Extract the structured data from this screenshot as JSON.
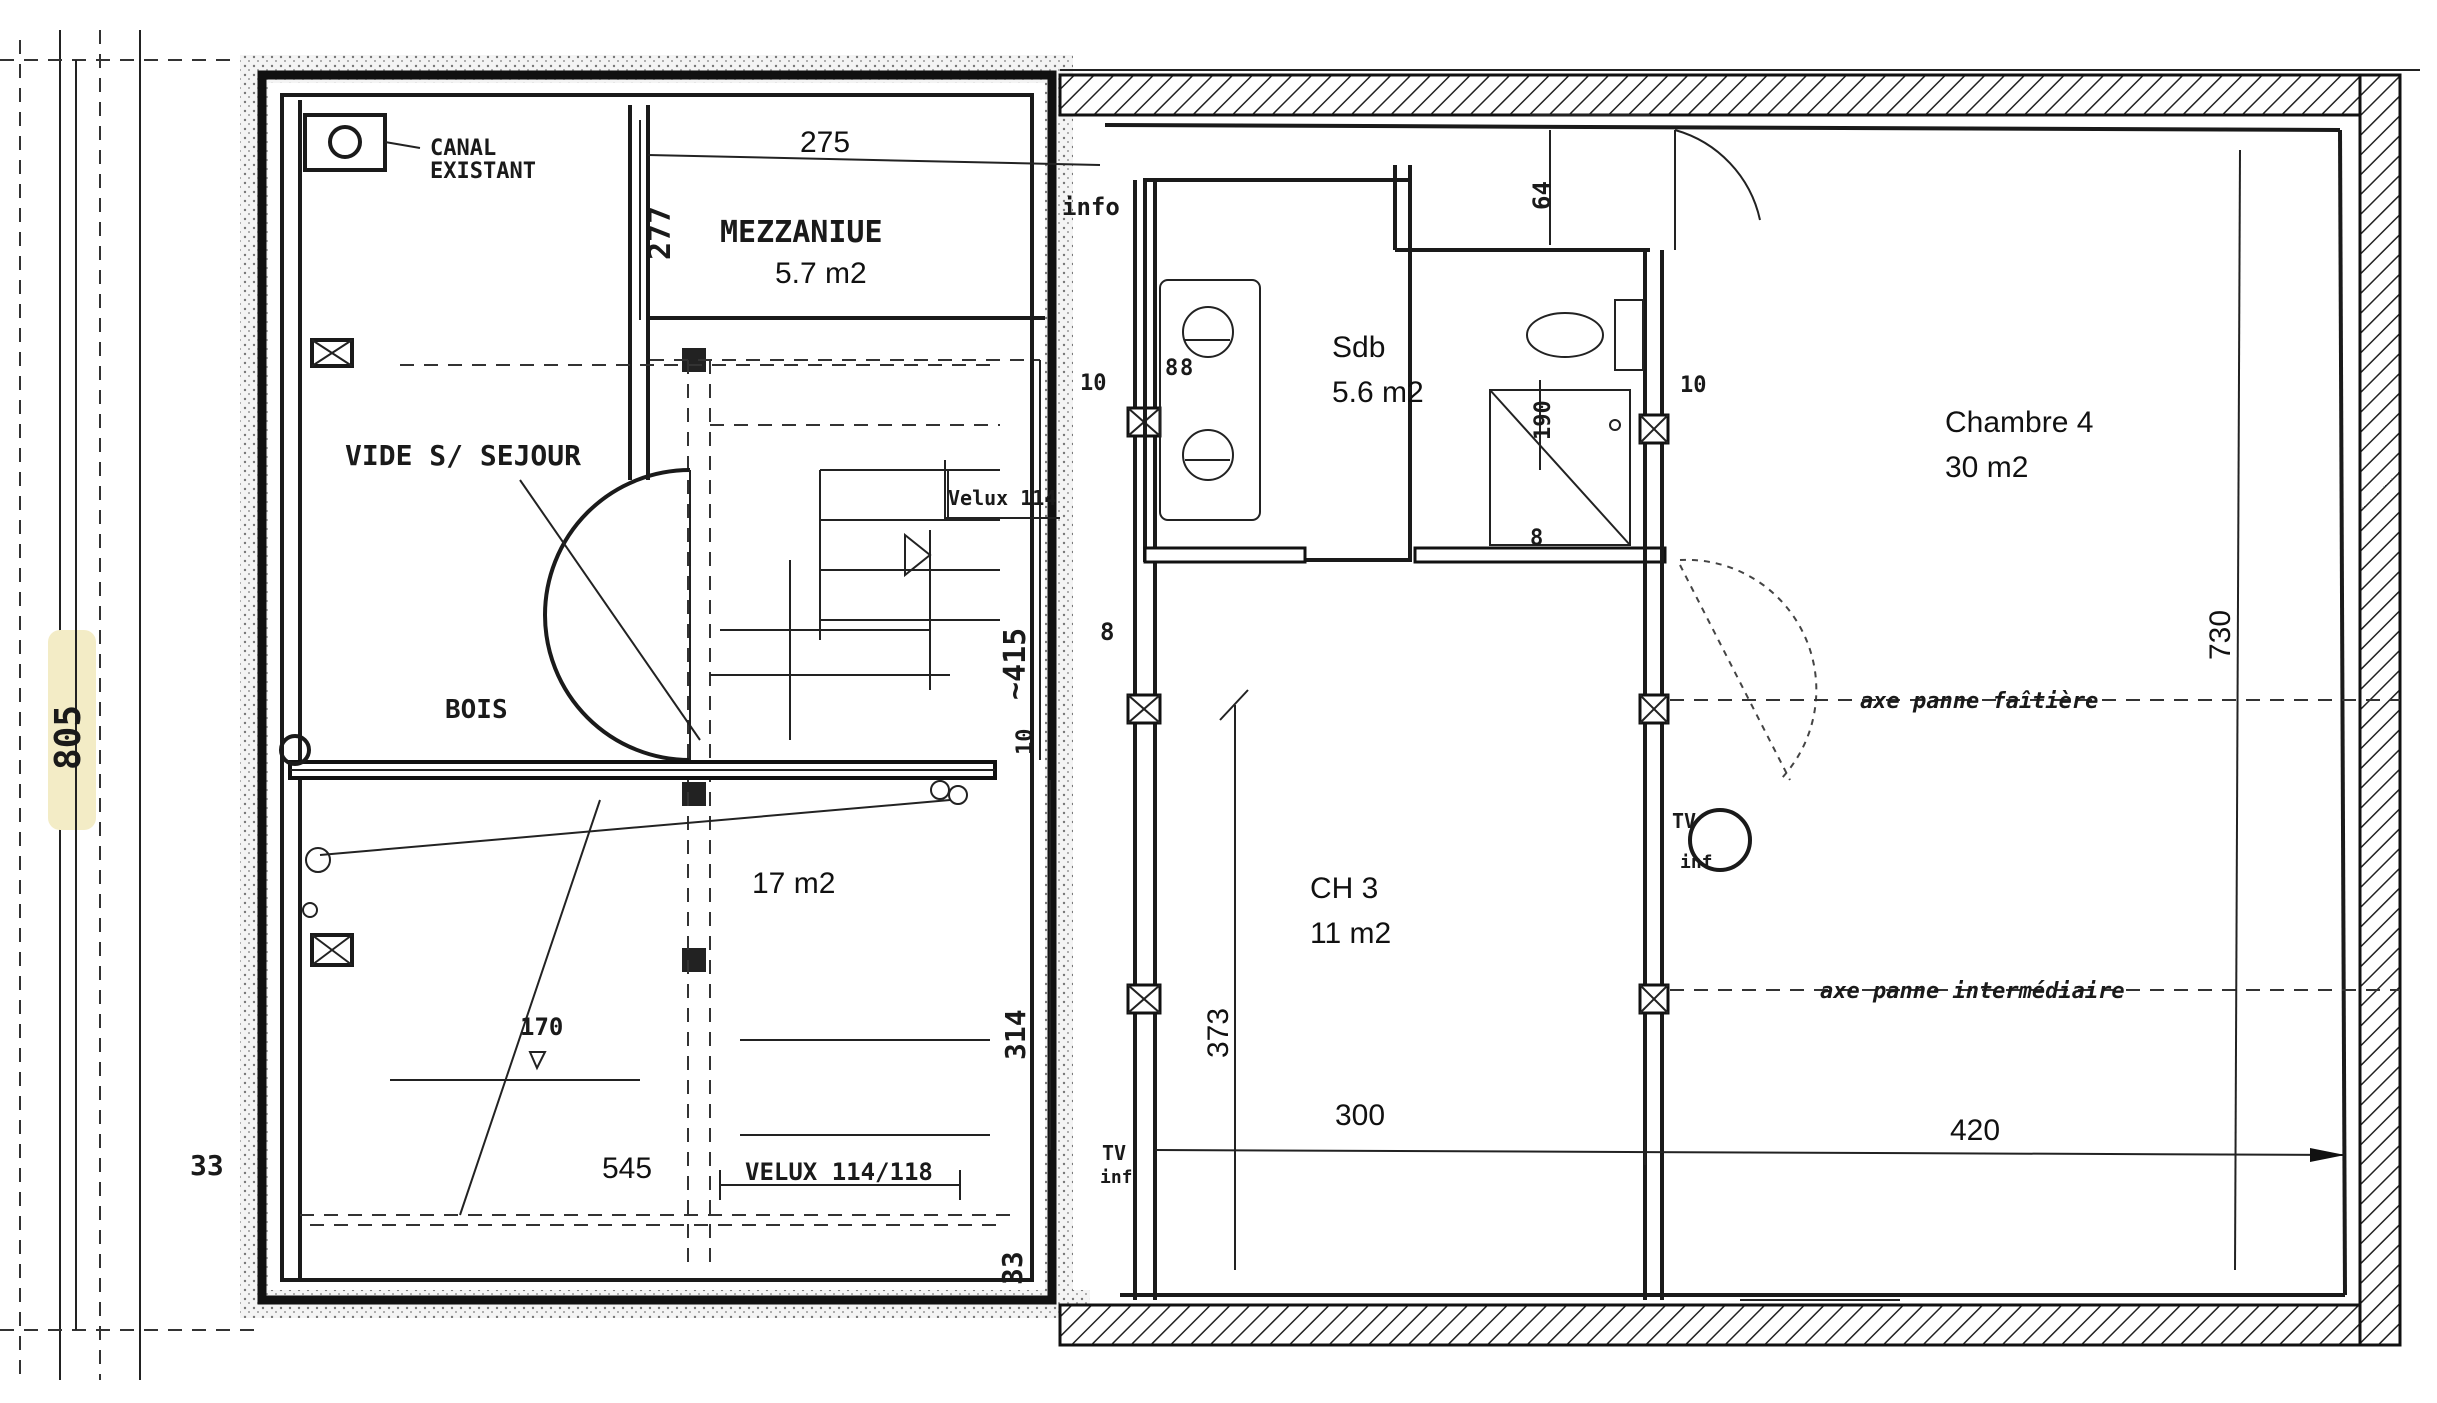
{
  "rooms": {
    "mezzanine_name": "MEZZANIUE",
    "mezzanine_area": "5.7 m2",
    "vide_sejour": "VIDE  S/ SEJOUR",
    "bois": "BOIS",
    "sejour_area": "17 m2",
    "sdb_name": "Sdb",
    "sdb_area": "5.6 m2",
    "ch3_name": "CH 3",
    "ch3_area": "11 m2",
    "chambre4_name": "Chambre 4",
    "chambre4_area": "30 m2"
  },
  "labels": {
    "canal_line1": "CANAL",
    "canal_line2": "EXISTANT",
    "velux_small": "Velux  114",
    "velux_big": "VELUX  114/118",
    "info": "info",
    "tv_inf_1": "TV",
    "tv_inf_1b": "inf",
    "tv_inf_2": "TV",
    "tv_inf_2b": "inf",
    "axe_faitiere": "axe  panne  faîtière",
    "axe_intermediaire": "axe  panne  intermédiaire"
  },
  "dimensions": {
    "d275": "275",
    "d277": "277",
    "d64": "64",
    "d10a": "10",
    "d8a": "8",
    "d8b": "8",
    "d190": "190",
    "d8c": "8",
    "d10b": "10",
    "d415": "~415",
    "d10c": "10",
    "d8d": "8",
    "d314": "314",
    "d170": "170",
    "d545": "545",
    "d33a": "33",
    "d33b": "33",
    "d805": "805",
    "d373": "373",
    "d300": "300",
    "d420": "420",
    "d730": "730"
  },
  "colors": {
    "ink": "#111111",
    "paper": "#ffffff",
    "highlight": "#f3ecc6"
  }
}
